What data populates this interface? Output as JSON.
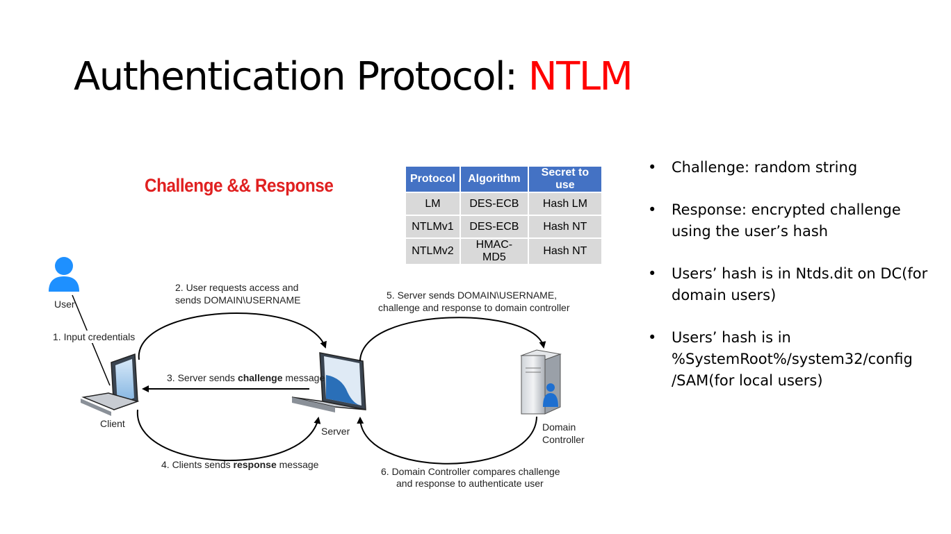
{
  "slide": {
    "title_main": "Authentication Protocol: ",
    "title_accent": "NTLM",
    "subtitle": "Challenge && Response"
  },
  "table": {
    "headers": [
      "Protocol",
      "Algorithm",
      "Secret to use"
    ],
    "rows": [
      [
        "LM",
        "DES-ECB",
        "Hash LM"
      ],
      [
        "NTLMv1",
        "DES-ECB",
        "Hash NT"
      ],
      [
        "NTLMv2",
        "HMAC-MD5",
        "Hash NT"
      ]
    ]
  },
  "bullets": [
    "Challenge: random string",
    "Response: encrypted challenge using the user’s hash",
    "Users’ hash is in Ntds.dit on DC(for domain users)",
    "Users’ hash is in %SystemRoot%/system32/config /SAM(for local users)"
  ],
  "diagram": {
    "nodes": {
      "user": "User",
      "client": "Client",
      "server": "Server",
      "dc_line1": "Domain",
      "dc_line2": "Controller"
    },
    "steps": {
      "s1": "1. Input credentials",
      "s2_line1": "2. User requests access and",
      "s2_line2": "sends DOMAIN\\USERNAME",
      "s3_pre": "3. Server sends ",
      "s3_bold": "challenge",
      "s3_post": " message",
      "s4_pre": "4.  Clients sends ",
      "s4_bold": "response",
      "s4_post": " message",
      "s5_line1": "5. Server sends DOMAIN\\USERNAME,",
      "s5_line2": "challenge and response to domain controller",
      "s6_line1": "6. Domain Controller compares challenge",
      "s6_line2": "and response to authenticate user"
    },
    "colors": {
      "person": "#1e90ff",
      "screen": "#4a90d9",
      "arrow": "#000000"
    }
  }
}
